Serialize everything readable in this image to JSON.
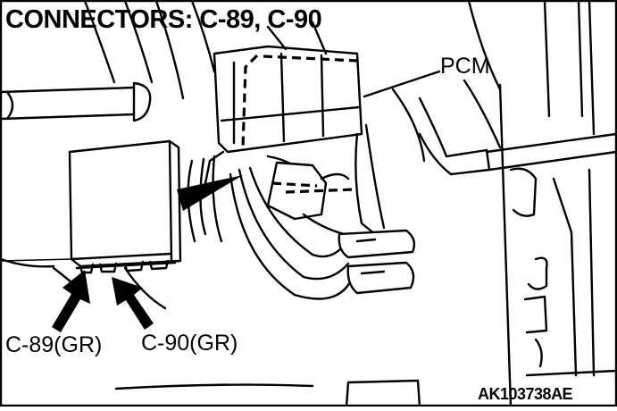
{
  "title": "CONNECTORS: C-89, C-90",
  "labels": {
    "pcm": "PCM",
    "c89": "C-89(GR)",
    "c90": "C-90(GR)"
  },
  "figure_id": "AK103738AE"
}
